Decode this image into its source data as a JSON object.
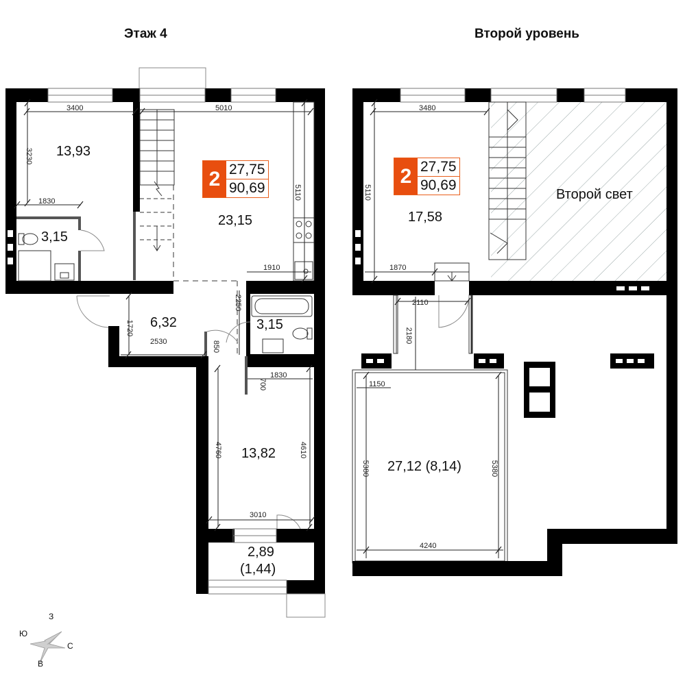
{
  "titles": {
    "floor": "Этаж 4",
    "second": "Второй уровень"
  },
  "badge": {
    "rooms": "2",
    "living_area": "27,75",
    "total_area": "90,69"
  },
  "floor4": {
    "areas": {
      "bedroom_nw": "13,93",
      "bathroom_nw": "3,15",
      "living": "23,15",
      "hall": "6,32",
      "bathroom_c": "3,15",
      "bedroom_s": "13,82",
      "balcony_line1": "2,89",
      "balcony_line2": "(1,44)"
    },
    "dims": {
      "d3400": "3400",
      "d5010": "5010",
      "d3230": "3230",
      "d1830a": "1830",
      "d5110": "5110",
      "d1910": "1910",
      "d2250": "2250",
      "d1720": "1720",
      "d2530": "2530",
      "d850": "850",
      "d1830b": "1830",
      "d700": "700",
      "d4760": "4760",
      "d4610": "4610",
      "d3010": "3010"
    }
  },
  "level2": {
    "areas": {
      "room": "17,58",
      "second_light": "Второй свет",
      "terrace": "27,12 (8,14)"
    },
    "dims": {
      "d3480": "3480",
      "d5110": "5110",
      "d1870": "1870",
      "d2110": "2110",
      "d2180": "2180",
      "d1150": "1150",
      "d5380a": "5380",
      "d5380b": "5380",
      "d4240": "4240"
    }
  },
  "compass": {
    "n": "З",
    "w": "Ю",
    "e": "С",
    "s": "В"
  },
  "colors": {
    "accent": "#e84e0f",
    "wall": "#000000",
    "hatch": "#9aa8a8"
  }
}
